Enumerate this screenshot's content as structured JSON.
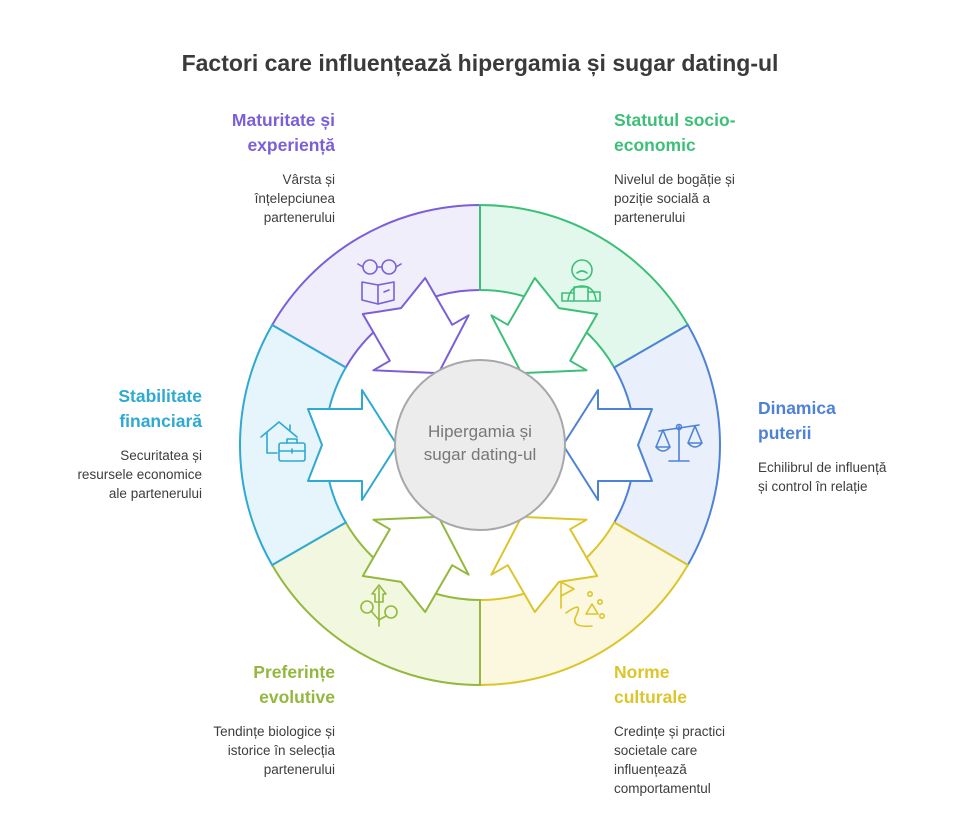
{
  "title": "Factori care influențează hipergamia și sugar dating-ul",
  "center": {
    "line1": "Hipergamia și",
    "line2": "sugar dating-ul"
  },
  "colors": {
    "maturity": "#7b5fd9",
    "status": "#3cbf77",
    "power": "#4e82d6",
    "norms": "#dcc52a",
    "evolution": "#93b83d",
    "finance": "#2ea9d2",
    "center_fill": "#ececec",
    "center_stroke": "#a8a8a8"
  },
  "factors": [
    {
      "key": "maturity",
      "title": [
        "Maturitate și",
        "experiență"
      ],
      "desc": [
        "Vârsta și",
        "înțelepciunea",
        "partenerului"
      ],
      "icon": "glasses-book-icon"
    },
    {
      "key": "status",
      "title": [
        "Statutul socio-",
        "economic"
      ],
      "desc": [
        "Nivelul de bogăție și",
        "poziție socială a",
        "partenerului"
      ],
      "icon": "person-podium-icon"
    },
    {
      "key": "power",
      "title": [
        "Dinamica",
        "puterii"
      ],
      "desc": [
        "Echilibrul de influență",
        "și control în relație"
      ],
      "icon": "balance-scale-icon"
    },
    {
      "key": "norms",
      "title": [
        "Norme",
        "culturale"
      ],
      "desc": [
        "Credințe și practici",
        "societale care",
        "influențează",
        "comportamentul"
      ],
      "icon": "flag-path-icon"
    },
    {
      "key": "evolution",
      "title": [
        "Preferințe",
        "evolutive"
      ],
      "desc": [
        "Tendințe biologice și",
        "istorice în selecția",
        "partenerului"
      ],
      "icon": "branching-arrow-icon"
    },
    {
      "key": "finance",
      "title": [
        "Stabilitate",
        "financiară"
      ],
      "desc": [
        "Securitatea și",
        "resursele economice",
        "ale partenerului"
      ],
      "icon": "house-briefcase-icon"
    }
  ]
}
